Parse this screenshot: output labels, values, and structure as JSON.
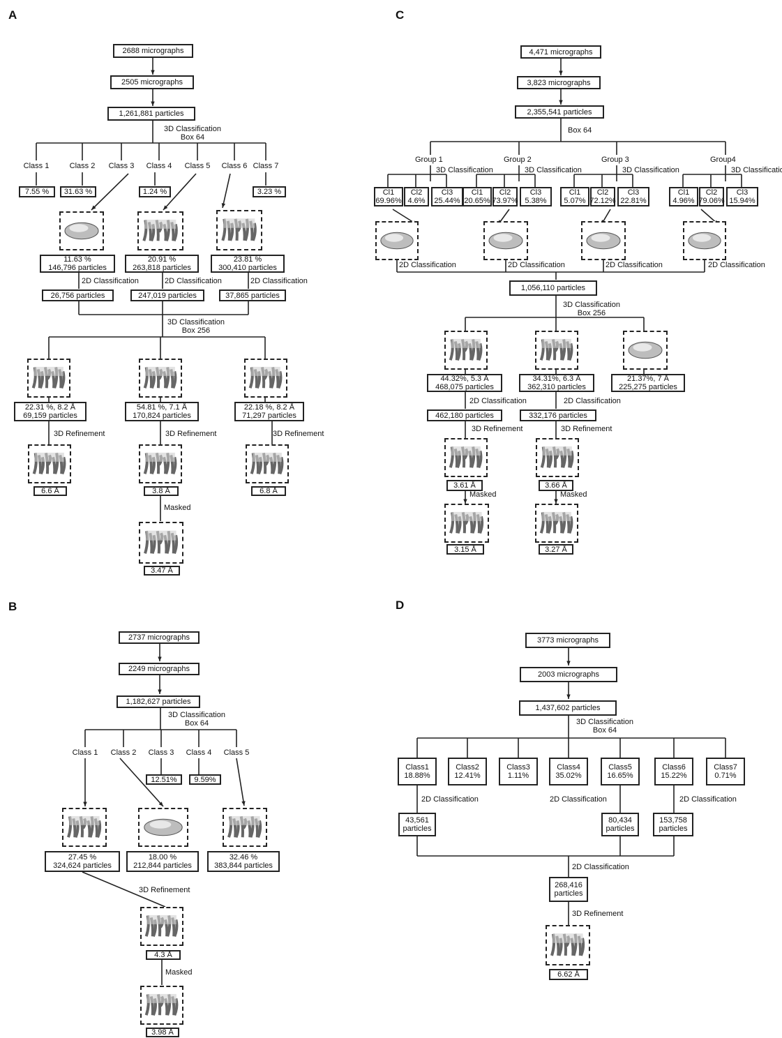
{
  "panels": {
    "A": {
      "label": "A",
      "micro1": "2688 micrographs",
      "micro2": "2505 micrographs",
      "particles": "1,261,881 particles",
      "cls3d": [
        "3D Classification",
        "Box 64"
      ],
      "classes": [
        "Class 1",
        "Class 2",
        "Class 3",
        "Class 4",
        "Class 5",
        "Class 6",
        "Class 7"
      ],
      "pct": [
        "7.55 %",
        "31.63 %",
        "1.24 %",
        "3.23 %"
      ],
      "sel": [
        [
          "11.63 %",
          "146,796 particles"
        ],
        [
          "20.91 %",
          "263,818 particles"
        ],
        [
          "23.81 %",
          "300,410 particles"
        ]
      ],
      "cls2d": "2D Classification",
      "after2d": [
        "26,756 particles",
        "247,019 particles",
        "37,865 particles"
      ],
      "cls3d_b": [
        "3D Classification",
        "Box 256"
      ],
      "sub": [
        [
          "22.31 %, 8.2 Å",
          "69,159 particles"
        ],
        [
          "54.81 %, 7.1 Å",
          "170,824 particles"
        ],
        [
          "22.18 %, 8.2 Å",
          "71,297 particles"
        ]
      ],
      "refine": "3D Refinement",
      "res": [
        "6.6 Å",
        "3.8 Å",
        "6.8 Å"
      ],
      "masked": "Masked",
      "final": "3.47 Å"
    },
    "B": {
      "label": "B",
      "micro1": "2737 micrographs",
      "micro2": "2249 micrographs",
      "particles": "1,182,627 particles",
      "cls3d": [
        "3D Classification",
        "Box 64"
      ],
      "classes": [
        "Class 1",
        "Class 2",
        "Class 3",
        "Class 4",
        "Class 5"
      ],
      "pct": [
        "12.51%",
        "9.59%"
      ],
      "sel": [
        [
          "27.45 %",
          "324,624 particles"
        ],
        [
          "18.00 %",
          "212,844 particles"
        ],
        [
          "32.46 %",
          "383,844 particles"
        ]
      ],
      "refine": "3D Refinement",
      "res": "4.3 Å",
      "masked": "Masked",
      "final": "3.98 Å"
    },
    "C": {
      "label": "C",
      "micro1": "4,471 micrographs",
      "micro2": "3,823 micrographs",
      "particles": "2,355,541 particles",
      "box": "Box 64",
      "groups": [
        "Group 1",
        "Group 2",
        "Group 3",
        "Group4"
      ],
      "cls3d": "3D Classification",
      "cl": [
        [
          [
            "Cl1",
            "69.96%"
          ],
          [
            "Cl2",
            "4.6%"
          ],
          [
            "Cl3",
            "25.44%"
          ]
        ],
        [
          [
            "Cl1",
            "20.65%"
          ],
          [
            "Cl2",
            "73.97%"
          ],
          [
            "Cl3",
            "5.38%"
          ]
        ],
        [
          [
            "Cl1",
            "5.07%"
          ],
          [
            "Cl2",
            "72.12%"
          ],
          [
            "Cl3",
            "22.81%"
          ]
        ],
        [
          [
            "Cl1",
            "4.96%"
          ],
          [
            "Cl2",
            "79.06%"
          ],
          [
            "Cl3",
            "15.94%"
          ]
        ]
      ],
      "cls2d": "2D Classification",
      "merged": "1,056,110 particles",
      "cls3d_b": [
        "3D Classification",
        "Box 256"
      ],
      "sub": [
        [
          "44.32%, 5.3 Å",
          "468,075 particles"
        ],
        [
          "34.31%, 6.3 Å",
          "362,310 particles"
        ],
        [
          "21.37%, 7 Å",
          "225,275 particles"
        ]
      ],
      "after2d": [
        "462,180 particles",
        "332,176 particles"
      ],
      "refine": "3D Refinement",
      "res": [
        "3.61 Å",
        "3.66 Å"
      ],
      "masked": "Masked",
      "final": [
        "3.15 Å",
        "3.27 Å"
      ]
    },
    "D": {
      "label": "D",
      "micro1": "3773 micrographs",
      "micro2": "2003 micrographs",
      "particles": "1,437,602 particles",
      "cls3d": [
        "3D Classification",
        "Box 64"
      ],
      "classes": [
        [
          "Class1",
          "18.88%"
        ],
        [
          "Class2",
          "12.41%"
        ],
        [
          "Class3",
          "1.11%"
        ],
        [
          "Class4",
          "35.02%"
        ],
        [
          "Class5",
          "16.65%"
        ],
        [
          "Class6",
          "15.22%"
        ],
        [
          "Class7",
          "0.71%"
        ]
      ],
      "cls2d": "2D Classification",
      "after2d": [
        [
          "43,561",
          "particles"
        ],
        [
          "80,434",
          "particles"
        ],
        [
          "153,758",
          "particles"
        ]
      ],
      "merged": [
        "268,416",
        "particles"
      ],
      "refine": "3D Refinement",
      "final": "6.62 Å"
    }
  }
}
